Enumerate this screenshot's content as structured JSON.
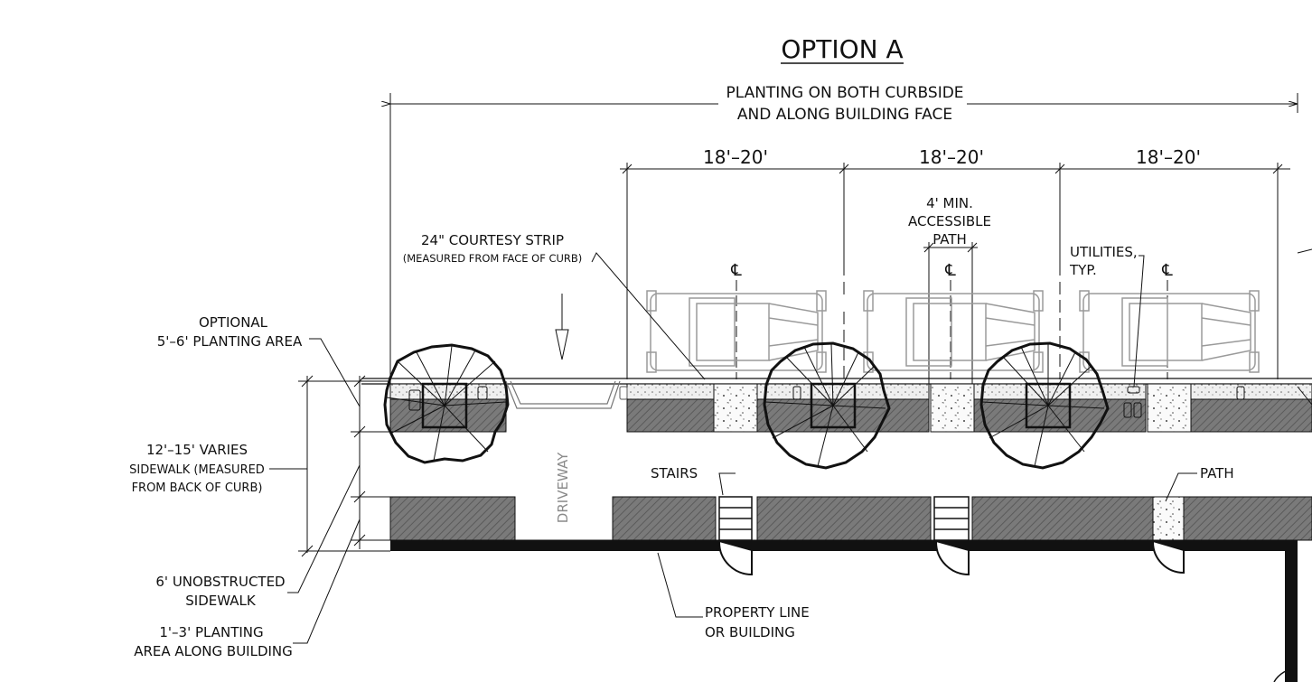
{
  "title": "OPTION A",
  "overall_dimension": {
    "line1": "PLANTING ON BOTH CURBSIDE",
    "line2": "AND ALONG BUILDING FACE"
  },
  "bay_dimensions": [
    "18'–20'",
    "18'–20'",
    "18'–20'"
  ],
  "labels": {
    "accessible_path": [
      "4' MIN.",
      "ACCESSIBLE",
      "PATH"
    ],
    "courtesy_strip": "24\" COURTESY STRIP",
    "courtesy_strip_note": "(MEASURED FROM FACE OF CURB)",
    "utilities": [
      "UTILITIES,",
      "TYP."
    ],
    "optional_planting": [
      "OPTIONAL",
      "5'–6' PLANTING AREA"
    ],
    "sidewalk": [
      "12'–15' VARIES",
      "SIDEWALK (MEASURED",
      "FROM BACK OF CURB)"
    ],
    "unobstructed": [
      "6' UNOBSTRUCTED",
      "SIDEWALK"
    ],
    "planting_building": [
      "1'–3' PLANTING",
      "AREA ALONG BUILDING"
    ],
    "driveway": "DRIVEWAY",
    "stairs": "STAIRS",
    "path": "PATH",
    "property_line": [
      "PROPERTY LINE",
      "OR BUILDING"
    ],
    "centerline": "℄"
  },
  "colors": {
    "line": "#111111",
    "car": "#9a9a9a",
    "hatch": "#5a5a5a"
  }
}
